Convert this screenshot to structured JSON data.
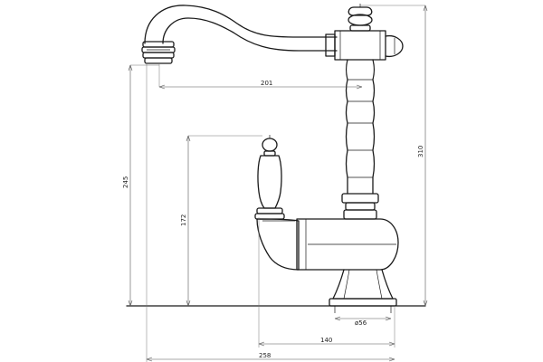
{
  "drawing": {
    "dimensions": {
      "spout_reach": "201",
      "spout_height": "245",
      "lever_height": "172",
      "total_height": "310",
      "base_diameter": "ø56",
      "base_to_lever": "140",
      "total_width": "258"
    },
    "colors": {
      "line": "#1a1a1a",
      "dimension": "#555555",
      "background": "#ffffff"
    }
  }
}
